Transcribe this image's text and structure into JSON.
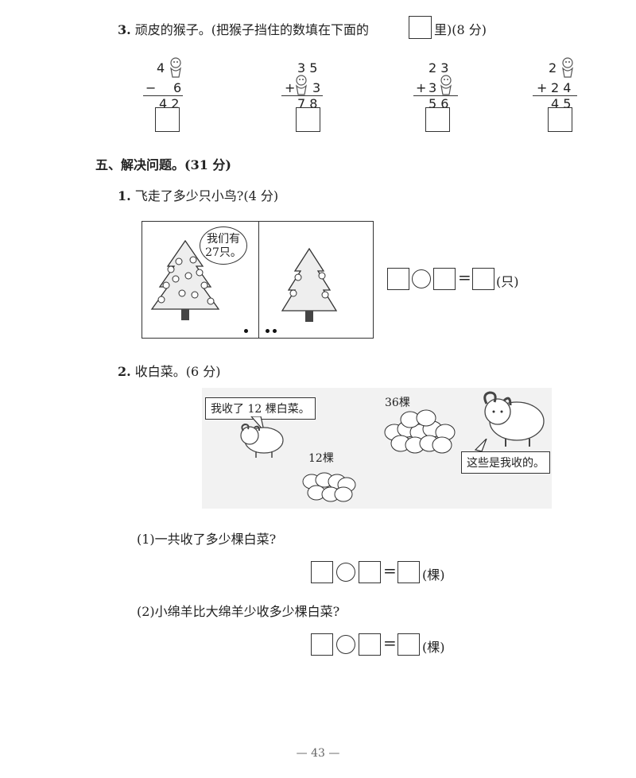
{
  "q3": {
    "number": "3.",
    "title_before_box": "顽皮的猴子。(把猴子挡住的数填在下面的",
    "title_after_box": "里)(8 分)",
    "problems": [
      {
        "top": "4",
        "op": "−",
        "second": "6",
        "result": "4 2"
      },
      {
        "top": "3 5",
        "op": "+",
        "second": "3",
        "result": "7 8"
      },
      {
        "top": "2 3",
        "op": "+",
        "second": "3",
        "result": "5 6"
      },
      {
        "top": "2",
        "op": "+",
        "second": "2 4",
        "result": "4 5"
      }
    ],
    "monkey_icon": "monkey-icon"
  },
  "section5": {
    "heading": "五、解决问题。(31 分)"
  },
  "p1": {
    "number": "1.",
    "title": "飞走了多少只小鸟?(4 分)",
    "bubble": "我们有27只。",
    "bubble_line1": "我们有",
    "bubble_line2": "27只。",
    "unit": "(只)",
    "equals": "="
  },
  "p2": {
    "number": "2.",
    "title": "收白菜。(6 分)",
    "bubble_left": "我收了 12 棵白菜。",
    "bubble_right": "这些是我收的。",
    "label_36": "36棵",
    "label_12": "12棵",
    "sub1": "(1)一共收了多少棵白菜?",
    "sub2": "(2)小绵羊比大绵羊少收多少棵白菜?",
    "unit": "(棵)",
    "equals": "="
  },
  "footer": {
    "page_number": "— 43 —"
  }
}
